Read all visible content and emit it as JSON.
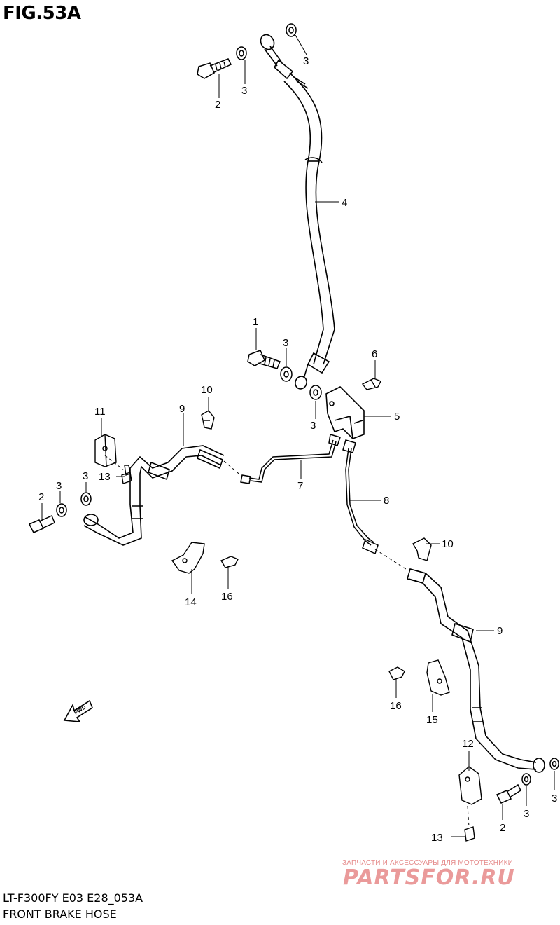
{
  "figure": {
    "title": "FIG.53A",
    "footer_line1": "LT-F300FY E03 E28_053A",
    "footer_line2": "FRONT BRAKE  HOSE"
  },
  "watermark": {
    "tagline": "ЗАПЧАСТИ И АКСЕССУАРЫ ДЛЯ МОТОТЕХНИКИ",
    "brand": "PARTSFOR.RU",
    "color": "#e58a8a"
  },
  "fwd_arrow": {
    "label": "FWD"
  },
  "callouts": [
    {
      "id": "c-2-top",
      "text": "2"
    },
    {
      "id": "c-3-top-a",
      "text": "3"
    },
    {
      "id": "c-3-top-b",
      "text": "3"
    },
    {
      "id": "c-4",
      "text": "4"
    },
    {
      "id": "c-1",
      "text": "1"
    },
    {
      "id": "c-3-mid-a",
      "text": "3"
    },
    {
      "id": "c-3-mid-b",
      "text": "3"
    },
    {
      "id": "c-6",
      "text": "6"
    },
    {
      "id": "c-5",
      "text": "5"
    },
    {
      "id": "c-10-left",
      "text": "10"
    },
    {
      "id": "c-9-left",
      "text": "9"
    },
    {
      "id": "c-11",
      "text": "11"
    },
    {
      "id": "c-7",
      "text": "7"
    },
    {
      "id": "c-8",
      "text": "8"
    },
    {
      "id": "c-3-left-a",
      "text": "3"
    },
    {
      "id": "c-13-left",
      "text": "13"
    },
    {
      "id": "c-2-left",
      "text": "2"
    },
    {
      "id": "c-3-left-b",
      "text": "3"
    },
    {
      "id": "c-10-right",
      "text": "10"
    },
    {
      "id": "c-14",
      "text": "14"
    },
    {
      "id": "c-16-left",
      "text": "16"
    },
    {
      "id": "c-9-right",
      "text": "9"
    },
    {
      "id": "c-16-right",
      "text": "16"
    },
    {
      "id": "c-15",
      "text": "15"
    },
    {
      "id": "c-12",
      "text": "12"
    },
    {
      "id": "c-3-right-a",
      "text": "3"
    },
    {
      "id": "c-2-right",
      "text": "2"
    },
    {
      "id": "c-3-right-b",
      "text": "3"
    },
    {
      "id": "c-13-right",
      "text": "13"
    }
  ]
}
